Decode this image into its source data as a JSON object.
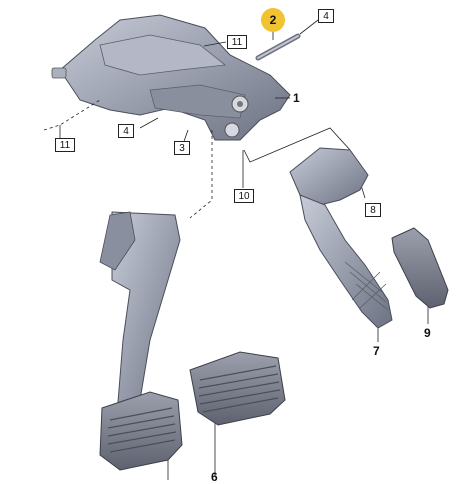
{
  "callouts": {
    "c1": "1",
    "c2": "2",
    "c3": "3",
    "c4a": "4",
    "c4b": "4",
    "c6": "6",
    "c7": "7",
    "c8": "8",
    "c9": "9",
    "c10": "10",
    "c11a": "11",
    "c11b": "11"
  },
  "colors": {
    "part_fill": "#9a9fae",
    "part_dark": "#6d7282",
    "part_light": "#c3c7d3",
    "pad_fill": "#7c808d",
    "highlight": "#f1c232"
  }
}
